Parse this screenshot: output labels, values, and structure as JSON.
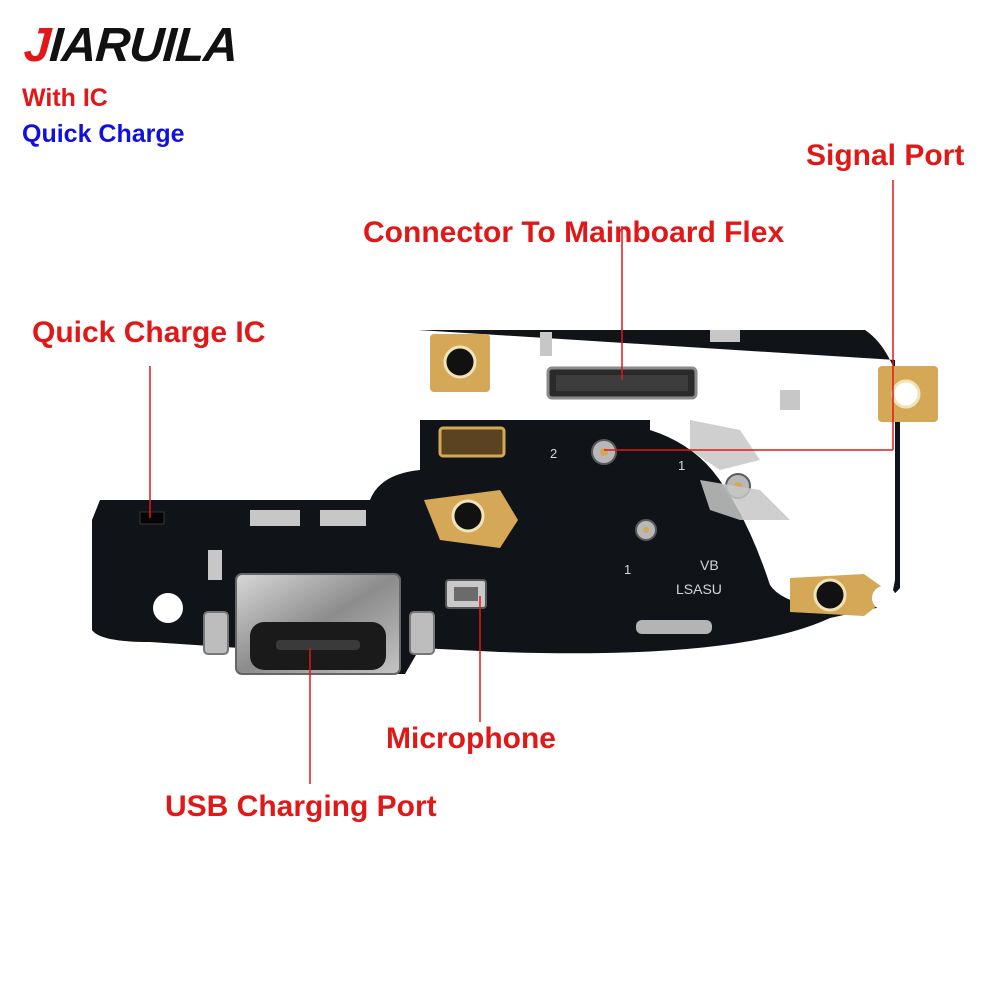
{
  "brand": {
    "first_letter": "J",
    "rest": "IARUILA"
  },
  "features": [
    "With IC",
    "Quick Charge"
  ],
  "callouts": {
    "signal_port": "Signal Port",
    "connector": "Connector To Mainboard Flex",
    "quick_charge_ic": "Quick Charge IC",
    "microphone": "Microphone",
    "usb_port": "USB Charging Port"
  },
  "board_marks": {
    "silk_vb": "VB",
    "silk_lsasu": "LSASU",
    "silk_1": "1",
    "silk_2": "2",
    "silk_1b": "1"
  },
  "colors": {
    "label_red": "#e01818",
    "feature_blue": "#1010e0",
    "board": "#101418",
    "gold": "#d4a857"
  }
}
